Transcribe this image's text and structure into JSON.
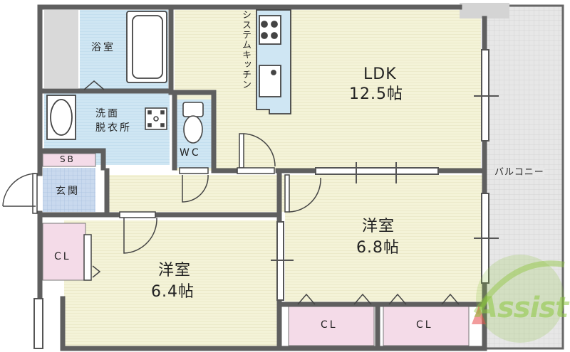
{
  "rooms": {
    "bath": "浴室",
    "washroom": "洗面\n脱衣所",
    "wc": "WC",
    "sb": "SB",
    "entrance": "玄関",
    "cl_left": "CL",
    "kitchen": "システムキッチン",
    "ldk_name": "LDK",
    "ldk_size": "12.5帖",
    "western1_name": "洋室",
    "western1_size": "6.8帖",
    "western2_name": "洋室",
    "western2_size": "6.4帖",
    "cl_bottom1": "CL",
    "cl_bottom2": "CL",
    "balcony": "バルコニー"
  },
  "watermark": "Assist",
  "colors": {
    "wall": "#5a5a5a",
    "floor_ldk": "#f4f3d8",
    "floor_wet": "#cfe6f3",
    "floor_entrance": "#c9d9ee",
    "closet": "#f4dbe8",
    "balcony": "#e6e6e6"
  }
}
